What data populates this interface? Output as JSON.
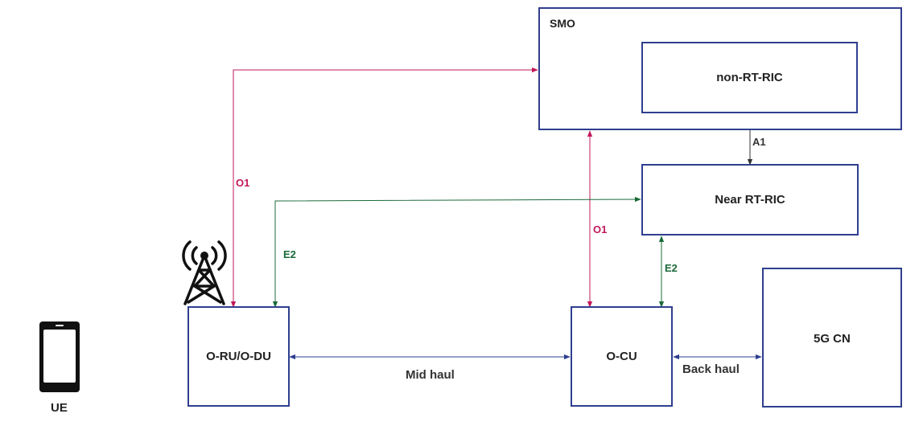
{
  "nodes": {
    "smo": "SMO",
    "non_rt_ric": "non-RT-RIC",
    "near_rt_ric": "Near RT-RIC",
    "ru_du": "O-RU/O-DU",
    "cu": "O-CU",
    "cn": "5G CN",
    "ue": "UE"
  },
  "edges": {
    "o1_left": "O1",
    "o1_right": "O1",
    "a1": "A1",
    "e2_left": "E2",
    "e2_right": "E2",
    "mid_haul": "Mid haul",
    "back_haul": "Back haul"
  },
  "colors": {
    "box_border": "#2f3f8f",
    "o1": "#c2185b",
    "e2": "#1b6b3a",
    "a1": "#333333",
    "haul": "#2f3f8f"
  },
  "icons": [
    "antenna-tower-icon",
    "mobile-phone-icon"
  ]
}
